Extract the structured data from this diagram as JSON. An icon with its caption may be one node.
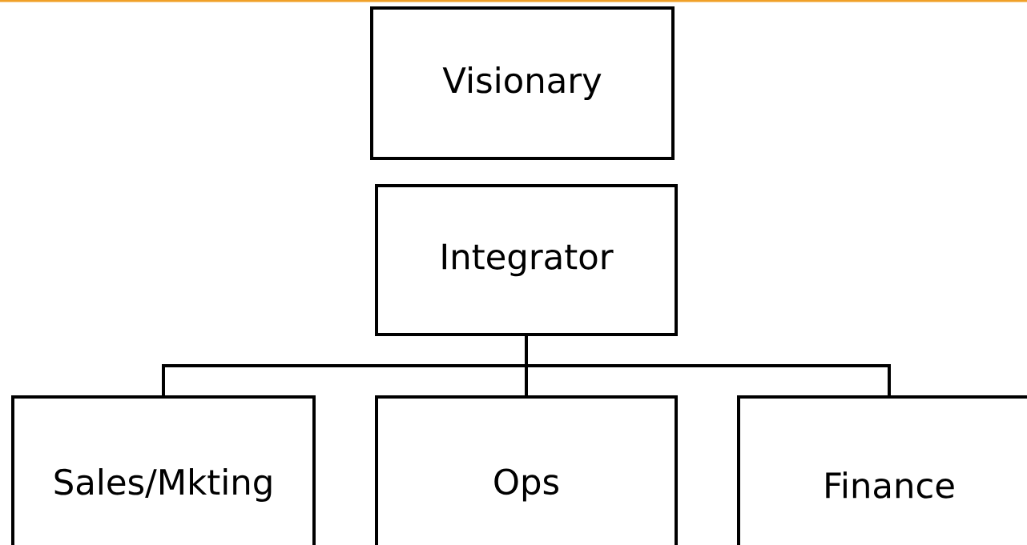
{
  "diagram": {
    "nodes": [
      {
        "text": [
          "Visionary"
        ]
      },
      {
        "text": [
          "Integrator"
        ]
      },
      {
        "text": [
          "Sales/Mkting"
        ]
      },
      {
        "text": [
          "Ops"
        ]
      },
      {
        "text": [
          "Finance"
        ]
      }
    ],
    "edges": [
      {
        "from": 1,
        "to": 2,
        "arrow": "none"
      },
      {
        "from": 1,
        "to": 3,
        "arrow": "none"
      },
      {
        "from": 1,
        "to": 4,
        "arrow": "none"
      }
    ]
  }
}
